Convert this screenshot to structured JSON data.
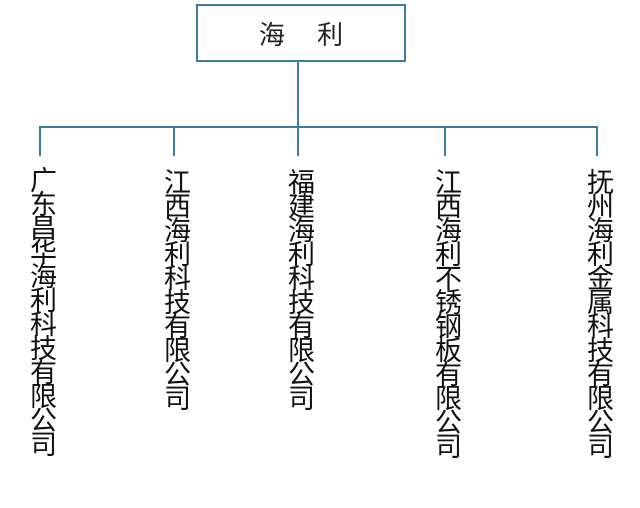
{
  "org_chart": {
    "root": {
      "label": "海 利"
    },
    "children": [
      {
        "label": "广东昌华海利科技有限公司"
      },
      {
        "label": "江西海利科技有限公司"
      },
      {
        "label": "福建海利科技有限公司"
      },
      {
        "label": "江西海利不锈钢板有限公司"
      },
      {
        "label": "抚州海利金属科技有限公司"
      }
    ],
    "line_color": "#3a7ca5"
  }
}
